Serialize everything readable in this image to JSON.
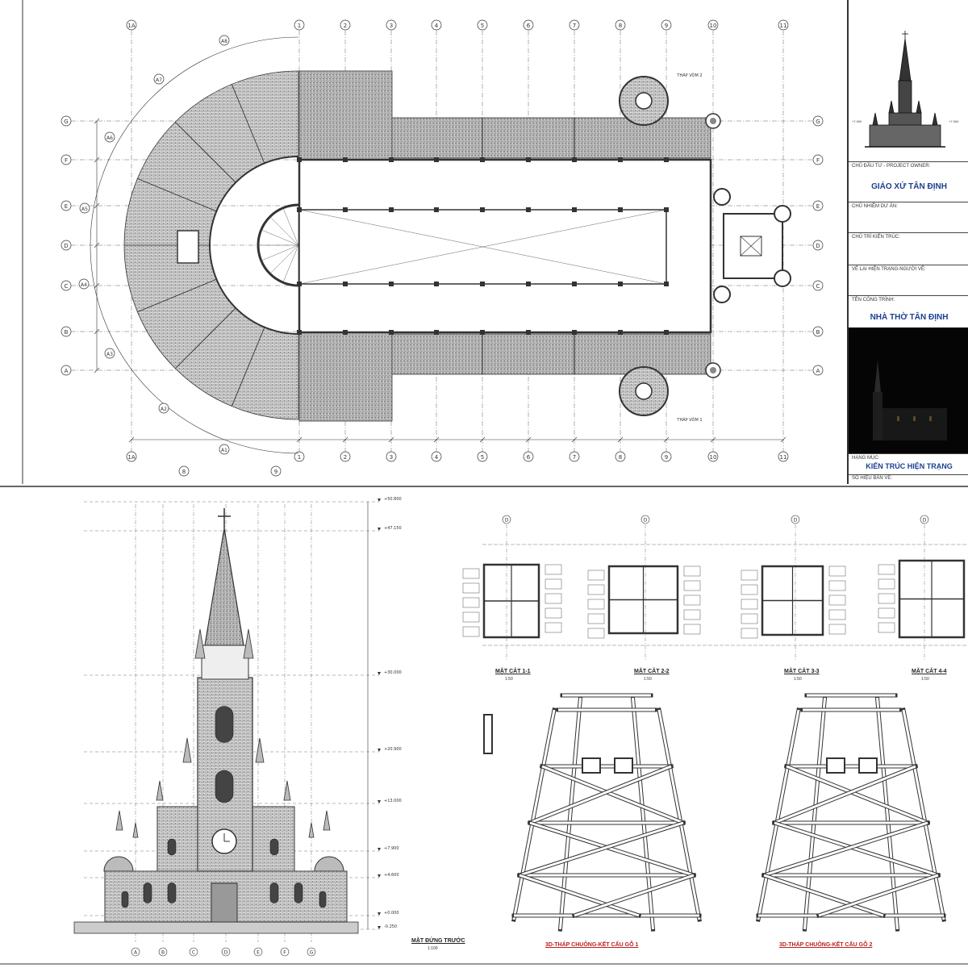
{
  "plan": {
    "grid_top": [
      "1A",
      "1",
      "2",
      "3",
      "4",
      "5",
      "6",
      "7",
      "8",
      "9",
      "10",
      "11"
    ],
    "grid_bottom": [
      "1A",
      "1",
      "2",
      "3",
      "4",
      "5",
      "6",
      "7",
      "8",
      "9",
      "10",
      "11"
    ],
    "grid_rows": [
      "G",
      "F",
      "E",
      "D",
      "C",
      "B",
      "A"
    ],
    "radial_labels": [
      "A8",
      "A7",
      "A6",
      "A5",
      "A4",
      "A3",
      "A2",
      "A1"
    ],
    "bottom_partial": [
      "8",
      "9"
    ],
    "tower_top_label": "THÁP VÒM 2",
    "tower_bottom_label": "THÁP VÒM 1"
  },
  "title_block": {
    "owner_label": "CHỦ ĐẦU TƯ - PROJECT OWNER:",
    "owner_value": "GIÁO XỨ TÂN ĐỊNH",
    "manager_label": "CHỦ NHIỆM DỰ ÁN:",
    "architect_label": "CHỦ TRÌ KIẾN TRÚC:",
    "drawer_label": "VẼ LẠI HIỆN TRẠNG-NGƯỜI VẼ:",
    "project_label": "TÊN CÔNG TRÌNH:",
    "project_value": "NHÀ THỜ TÂN ĐỊNH",
    "item_label": "HẠNG MỤC:",
    "item_value": "KIẾN TRÚC HIỆN TRẠNG",
    "sheet_label": "SỐ HIỆU BẢN VẼ:"
  },
  "elevation": {
    "caption": "MẶT ĐỨNG TRƯỚC",
    "scale": "1:100",
    "axis_labels": [
      "A",
      "B",
      "C",
      "D",
      "E",
      "F",
      "G"
    ],
    "level_labels": [
      "+50.800",
      "+47.150",
      "+30.000",
      "+20.900",
      "+13.000",
      "+7.900",
      "+4.600",
      "+0.000",
      "-0.250"
    ]
  },
  "sections": {
    "items": [
      {
        "caption": "MẶT CẮT 1-1",
        "scale": "1:50"
      },
      {
        "caption": "MẶT CẮT 2-2",
        "scale": "1:50"
      },
      {
        "caption": "MẶT CẮT 3-3",
        "scale": "1:50"
      },
      {
        "caption": "MẶT CẮT 4-4",
        "scale": "1:50"
      }
    ],
    "axis_label": "D"
  },
  "iso": {
    "left_caption": "3D-THÁP CHUÔNG-KẾT CẤU GỖ 1",
    "right_caption": "3D-THÁP CHUÔNG-KẾT CẤU GỖ 2"
  },
  "colors": {
    "line": "#333333",
    "hatch": "#555555",
    "accent": "#1a3f8f"
  }
}
